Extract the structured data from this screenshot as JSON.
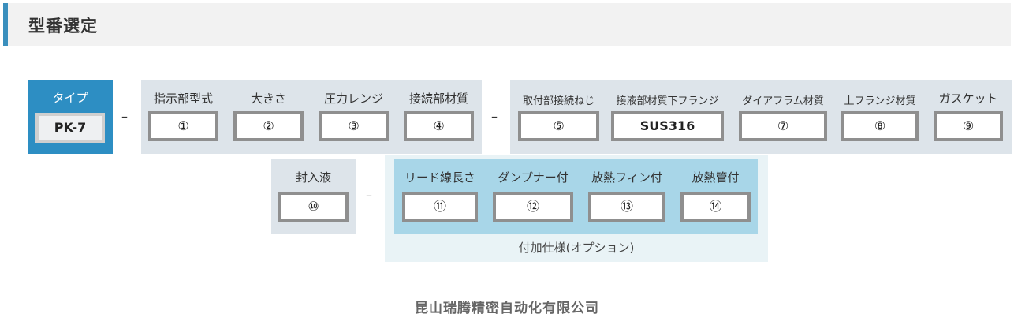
{
  "page_title": "型番選定",
  "type_block": {
    "label": "タイプ",
    "value": "PK-7"
  },
  "group1": [
    {
      "label": "指示部型式",
      "value": "①"
    },
    {
      "label": "大きさ",
      "value": "②"
    },
    {
      "label": "圧力レンジ",
      "value": "③"
    },
    {
      "label": "接続部材質",
      "value": "④"
    }
  ],
  "group2": [
    {
      "label": "取付部接続ねじ",
      "value": "⑤"
    },
    {
      "label": "接液部材質下フランジ",
      "value": "SUS316"
    },
    {
      "label": "ダイアフラム材質",
      "value": "⑦"
    },
    {
      "label": "上フランジ材質",
      "value": "⑧"
    },
    {
      "label": "ガスケット",
      "value": "⑨"
    }
  ],
  "group3": [
    {
      "label": "封入液",
      "value": "⑩"
    }
  ],
  "options": [
    {
      "label": "リード線長さ",
      "value": "⑪"
    },
    {
      "label": "ダンプナー付",
      "value": "⑫"
    },
    {
      "label": "放熱フィン付",
      "value": "⑬"
    },
    {
      "label": "放熱管付",
      "value": "⑭"
    }
  ],
  "options_caption": "付加仕様(オプション)",
  "separator": "–",
  "footer": "昆山瑞腾精密自动化有限公司"
}
